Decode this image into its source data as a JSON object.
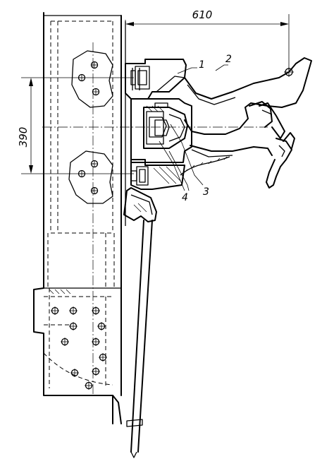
{
  "dimensions": {
    "width_dim": "610",
    "height_dim": "390"
  },
  "callouts": {
    "c1": "1",
    "c2": "2",
    "c3": "3",
    "c4": "4"
  }
}
